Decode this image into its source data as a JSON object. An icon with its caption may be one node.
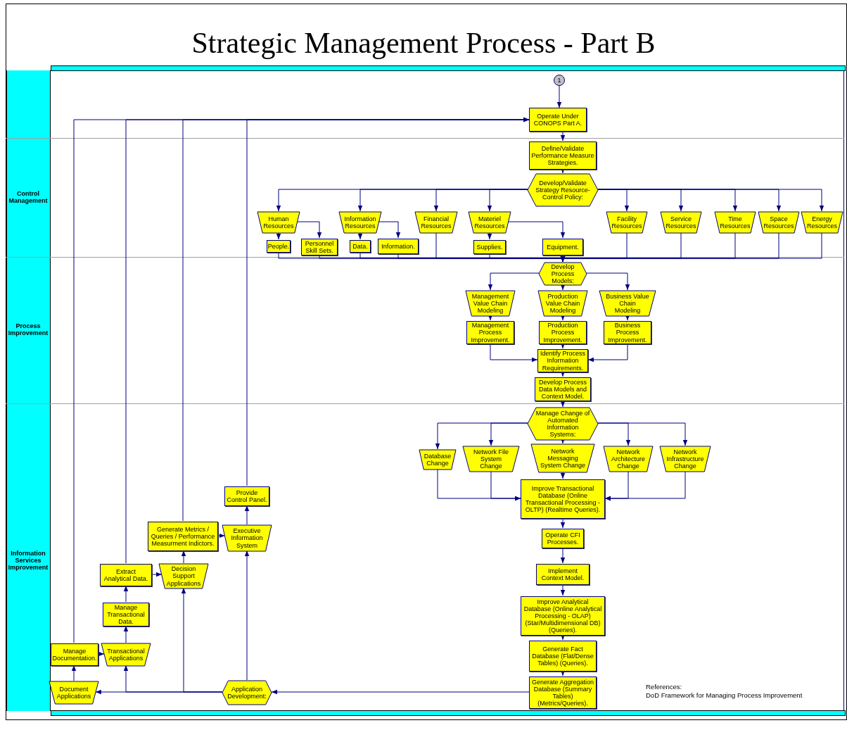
{
  "diagram": {
    "title": "Strategic Management Process - Part B",
    "nodes": [
      {
        "text": [
          "1"
        ]
      },
      {
        "text": [
          "Operate Under CONOPS Part A."
        ]
      },
      {
        "text": [
          "Control Management"
        ]
      },
      {
        "text": [
          "Define/Validate Performance Measure Strategies."
        ],
        "in": 2
      },
      {
        "text": [
          "Develop/Validate Strategy Resource-Control Policy:"
        ],
        "in": 2
      },
      {
        "text": [
          "Human Resources"
        ],
        "in": 2
      },
      {
        "text": [
          "Information Resources"
        ],
        "in": 2
      },
      {
        "text": [
          "Financial Resources"
        ],
        "in": 2
      },
      {
        "text": [
          "Materiel Resources"
        ],
        "in": 2
      },
      {
        "text": [
          "Facility Resources"
        ],
        "in": 2
      },
      {
        "text": [
          "Service Resources"
        ],
        "in": 2
      },
      {
        "text": [
          "Time Resources"
        ],
        "in": 2
      },
      {
        "text": [
          "Space Resources"
        ],
        "in": 2
      },
      {
        "text": [
          "Energy Resources"
        ],
        "in": 2
      },
      {
        "text": [
          "People."
        ],
        "in": 2
      },
      {
        "text": [
          "Personnel Skill Sets."
        ],
        "in": 2
      },
      {
        "text": [
          "Data."
        ],
        "in": 2
      },
      {
        "text": [
          "Information."
        ],
        "in": 2
      },
      {
        "text": [
          "Supplies."
        ],
        "in": 2
      },
      {
        "text": [
          "Equipment."
        ],
        "in": 2
      },
      {
        "text": [
          "Process Improvement"
        ]
      },
      {
        "text": [
          "Develop Process Models:"
        ],
        "in": 20
      },
      {
        "text": [
          "Management Value Chain Modeling"
        ],
        "in": 20
      },
      {
        "text": [
          "Production Value Chain Modeling"
        ],
        "in": 20
      },
      {
        "text": [
          "Business Value Chain Modeling"
        ],
        "in": 20
      },
      {
        "text": [
          "Management Process Improvement."
        ],
        "in": 20
      },
      {
        "text": [
          "Production Process Improvement."
        ],
        "in": 20
      },
      {
        "text": [
          "Business Process Improvement."
        ],
        "in": 20
      },
      {
        "text": [
          "Identify Process Information Requirements."
        ],
        "in": 20
      },
      {
        "text": [
          "Develop Process Data Models and Context Model."
        ],
        "in": 20
      },
      {
        "text": [
          "Information Services Improvement"
        ]
      },
      {
        "text": [
          "Manage Change of Automated Information Systems:"
        ],
        "in": 30
      },
      {
        "text": [
          "Database Change"
        ],
        "in": 30
      },
      {
        "text": [
          "Network File System Change"
        ],
        "in": 30
      },
      {
        "text": [
          "Network Messaging System Change"
        ],
        "in": 30
      },
      {
        "text": [
          "Network Architecture Change"
        ],
        "in": 30
      },
      {
        "text": [
          "Network Infrastructure Change"
        ],
        "in": 30
      },
      {
        "text": [
          "Improve Transactional Database (Online Transactional Processing - OLTP) (Realtime Queries)."
        ],
        "in": 30
      },
      {
        "text": [
          "Operate CFI Processes."
        ],
        "in": 30
      },
      {
        "text": [
          "Implement Context Model."
        ],
        "in": 30
      },
      {
        "text": [
          "Improve Analytical Database (Online Analytical Processing - OLAP) (Star/Multidimensional DB) (Queries)."
        ],
        "in": 30
      },
      {
        "text": [
          "Generate Fact Database (Flat/Dense Tables) (Queries)."
        ],
        "in": 30
      },
      {
        "text": [
          "Generate Aggregation Database (Summary Tables) (Metrics/Queries)."
        ],
        "in": 30
      },
      {
        "text": [
          "Application Development:"
        ],
        "in": 30
      },
      {
        "text": [
          "Document Applications"
        ],
        "in": 30
      },
      {
        "text": [
          "Manage Documentation."
        ],
        "in": 30
      },
      {
        "text": [
          "Transactional Applications"
        ],
        "in": 30
      },
      {
        "text": [
          "Manage Transactional Data."
        ],
        "in": 30
      },
      {
        "text": [
          "Extract Analytical Data."
        ],
        "in": 30
      },
      {
        "text": [
          "Decision Support Applications"
        ],
        "in": 30
      },
      {
        "text": [
          "Generate Metrics / Queries / Performance Measurment Indictors."
        ],
        "in": 30
      },
      {
        "text": [
          "Executive Information System"
        ],
        "in": 30
      },
      {
        "text": [
          "Provide Control Panel."
        ],
        "in": 30
      }
    ],
    "edges": [
      {
        "from": 0,
        "to": 1,
        "arrow": "to"
      },
      {
        "from": 1,
        "to": 3,
        "arrow": "to"
      },
      {
        "from": 3,
        "to": 4,
        "arrow": "to"
      },
      {
        "from": 4,
        "to": 5,
        "arrow": "to"
      },
      {
        "from": 4,
        "to": 6,
        "arrow": "to"
      },
      {
        "from": 4,
        "to": 7,
        "arrow": "to"
      },
      {
        "from": 4,
        "to": 8,
        "arrow": "to"
      },
      {
        "from": 4,
        "to": 9,
        "arrow": "to"
      },
      {
        "from": 4,
        "to": 10,
        "arrow": "to"
      },
      {
        "from": 4,
        "to": 11,
        "arrow": "to"
      },
      {
        "from": 4,
        "to": 12,
        "arrow": "to"
      },
      {
        "from": 4,
        "to": 13,
        "arrow": "to"
      },
      {
        "from": 5,
        "to": 14,
        "arrow": "to"
      },
      {
        "from": 5,
        "to": 15,
        "arrow": "to"
      },
      {
        "from": 6,
        "to": 16,
        "arrow": "to"
      },
      {
        "from": 6,
        "to": 17,
        "arrow": "to"
      },
      {
        "from": 8,
        "to": 18,
        "arrow": "to"
      },
      {
        "from": 8,
        "to": 19,
        "arrow": "to"
      },
      {
        "from": 14,
        "to": 21,
        "arrow": "to"
      },
      {
        "from": 15,
        "to": 21,
        "arrow": "to"
      },
      {
        "from": 16,
        "to": 21,
        "arrow": "to"
      },
      {
        "from": 17,
        "to": 21,
        "arrow": "to"
      },
      {
        "from": 7,
        "to": 21,
        "arrow": "to"
      },
      {
        "from": 18,
        "to": 21,
        "arrow": "to"
      },
      {
        "from": 19,
        "to": 21,
        "arrow": "to"
      },
      {
        "from": 9,
        "to": 21,
        "arrow": "to"
      },
      {
        "from": 10,
        "to": 21,
        "arrow": "to"
      },
      {
        "from": 11,
        "to": 21,
        "arrow": "to"
      },
      {
        "from": 12,
        "to": 21,
        "arrow": "to"
      },
      {
        "from": 13,
        "to": 21,
        "arrow": "to"
      },
      {
        "from": 21,
        "to": 22,
        "arrow": "to"
      },
      {
        "from": 21,
        "to": 23,
        "arrow": "to"
      },
      {
        "from": 21,
        "to": 24,
        "arrow": "to"
      },
      {
        "from": 22,
        "to": 25,
        "arrow": "to"
      },
      {
        "from": 23,
        "to": 26,
        "arrow": "to"
      },
      {
        "from": 24,
        "to": 27,
        "arrow": "to"
      },
      {
        "from": 25,
        "to": 28,
        "arrow": "to"
      },
      {
        "from": 26,
        "to": 28,
        "arrow": "to"
      },
      {
        "from": 27,
        "to": 28,
        "arrow": "to"
      },
      {
        "from": 28,
        "to": 29,
        "arrow": "to"
      },
      {
        "from": 29,
        "to": 31,
        "arrow": "to"
      },
      {
        "from": 31,
        "to": 32,
        "arrow": "to"
      },
      {
        "from": 31,
        "to": 33,
        "arrow": "to"
      },
      {
        "from": 31,
        "to": 34,
        "arrow": "to"
      },
      {
        "from": 31,
        "to": 35,
        "arrow": "to"
      },
      {
        "from": 31,
        "to": 36,
        "arrow": "to"
      },
      {
        "from": 32,
        "to": 37,
        "arrow": "to"
      },
      {
        "from": 33,
        "to": 37,
        "arrow": "to"
      },
      {
        "from": 34,
        "to": 37,
        "arrow": "to"
      },
      {
        "from": 35,
        "to": 37,
        "arrow": "to"
      },
      {
        "from": 36,
        "to": 37,
        "arrow": "to"
      },
      {
        "from": 37,
        "to": 38,
        "arrow": "to"
      },
      {
        "from": 38,
        "to": 39,
        "arrow": "to"
      },
      {
        "from": 39,
        "to": 40,
        "arrow": "to"
      },
      {
        "from": 40,
        "to": 41,
        "arrow": "to"
      },
      {
        "from": 41,
        "to": 42,
        "arrow": "to"
      },
      {
        "from": 42,
        "to": 43,
        "arrow": "to"
      },
      {
        "from": 43,
        "to": 44,
        "arrow": "to"
      },
      {
        "from": 43,
        "to": 46,
        "arrow": "to"
      },
      {
        "from": 43,
        "to": 49,
        "arrow": "to"
      },
      {
        "from": 43,
        "to": 51,
        "arrow": "to"
      },
      {
        "from": 44,
        "to": 45,
        "arrow": "to"
      },
      {
        "from": 45,
        "to": 46,
        "arrow": "to"
      },
      {
        "from": 46,
        "to": 47,
        "arrow": "to"
      },
      {
        "from": 47,
        "to": 48,
        "arrow": "to"
      },
      {
        "from": 48,
        "to": 49,
        "arrow": "to"
      },
      {
        "from": 49,
        "to": 50,
        "arrow": "to"
      },
      {
        "from": 50,
        "to": 51,
        "arrow": "to"
      },
      {
        "from": 51,
        "to": 52,
        "arrow": "to"
      },
      {
        "from": 45,
        "to": 1,
        "arrow": "to"
      },
      {
        "from": 48,
        "to": 1,
        "arrow": "to"
      },
      {
        "from": 50,
        "to": 1,
        "arrow": "to"
      },
      {
        "from": 52,
        "to": 1,
        "arrow": "to"
      }
    ],
    "labels": [
      "References:",
      "DoD Framework for Managing Process Improvement"
    ]
  }
}
